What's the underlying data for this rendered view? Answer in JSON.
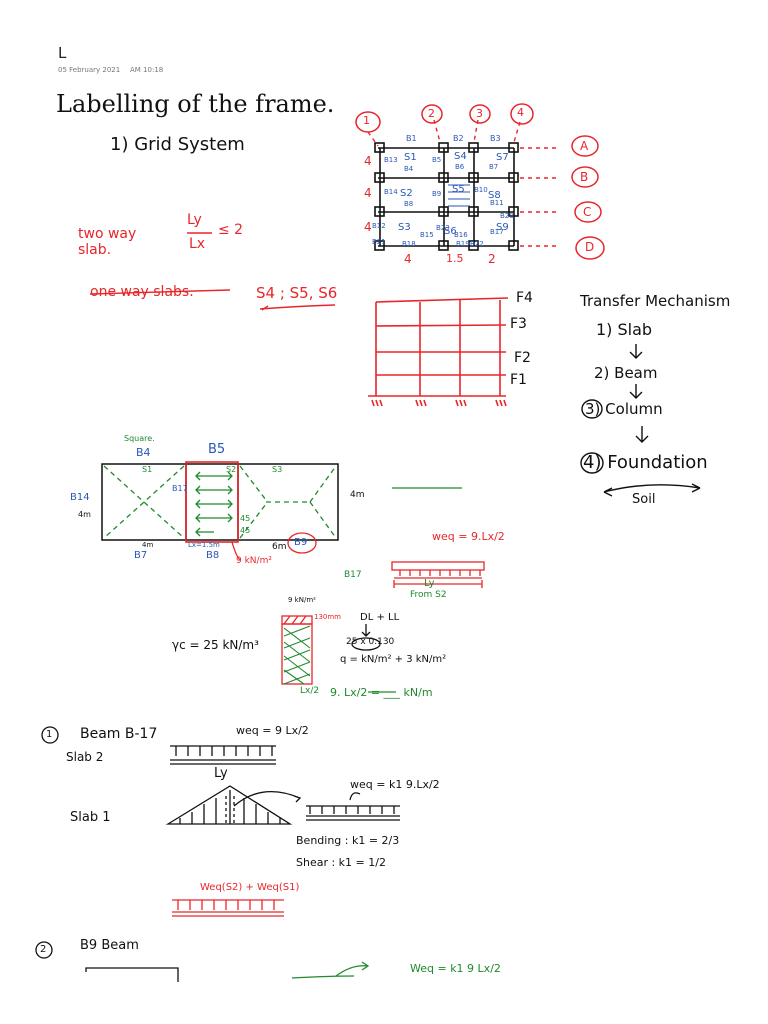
{
  "note": {
    "title": "L",
    "date": "05 February 2021",
    "time": "AM 10:18"
  },
  "heading": {
    "title": "Labelling of the frame.",
    "grid_system": "1) Grid System"
  },
  "grid": {
    "column_labels": [
      "1",
      "2",
      "3",
      "4"
    ],
    "row_labels": [
      "A",
      "B",
      "C",
      "D"
    ],
    "left_dims": [
      "4",
      "4",
      "4"
    ],
    "bottom_dims": [
      "4",
      "1.5",
      "2"
    ],
    "beam_labels": [
      "B1",
      "B2",
      "B3",
      "B13",
      "B4",
      "B5",
      "B6",
      "B7",
      "B14",
      "B8",
      "B9",
      "B10",
      "B11",
      "B12",
      "B15",
      "B16",
      "B17",
      "B18",
      "B19",
      "B20",
      "B21",
      "B22",
      "B23"
    ],
    "slab_labels": [
      "S1",
      "S4",
      "S7",
      "S5",
      "S2",
      "S8",
      "S3",
      "S6",
      "S9"
    ]
  },
  "two_way": {
    "label": "two way slab.",
    "ly": "Ly",
    "lx": "Lx",
    "condition": "≤ 2"
  },
  "one_way": {
    "label": "one way slabs.",
    "slabs": "S4 ; S5, S6"
  },
  "elevation": {
    "floors": [
      "F4",
      "F3",
      "F2",
      "F1"
    ]
  },
  "transfer": {
    "title": "Transfer Mechanism",
    "steps": [
      "1) Slab",
      "2) Beam",
      "3) Column",
      "4) Foundation"
    ],
    "soil": "Soil"
  },
  "slab_plan": {
    "square": "Square.",
    "b4": "B4",
    "b5": "B5",
    "s1": "S1",
    "s2": "S2",
    "s3": "S3",
    "b14": "B14",
    "b17": "B17",
    "b7": "B7",
    "b8": "B8",
    "b9": "B9",
    "left_dim": "4m",
    "right_dim": "4m",
    "bottom_left": "4m",
    "bottom_mid": "Lx=1.5m",
    "bottom_right": "6m",
    "load": "9 kN/m²",
    "angle1": "45",
    "angle2": "45"
  },
  "beam_b17": {
    "weq": "weq = 9.Lx/2",
    "label": "B17",
    "ly": "Ly",
    "from": "From S2"
  },
  "section": {
    "load": "9 kN/m²",
    "thickness": "130mm",
    "gamma": "γc = 25 kN/m³",
    "dl_ll": "DL + LL",
    "selfweight": "25 x 0.130",
    "q_formula": "q = kN/m² + 3 kN/m²",
    "lx_half": "Lx/2",
    "result": "9. Lx/2 = ___ kN/m"
  },
  "beam1": {
    "title": "Beam B-17",
    "slab2": "Slab 2",
    "weq": "weq = 9 Lx/2",
    "ly": "Ly",
    "slab1": "Slab 1",
    "weq_k": "weq = k1 9.Lx/2",
    "bending": "Bending : k1 = 2/3",
    "shear": "Shear : k1 = 1/2",
    "sum": "Weq(S2) + Weq(S1)"
  },
  "beam2": {
    "title": "B9 Beam",
    "weq": "Weq = k1 9 Lx/2"
  },
  "colors": {
    "ink": "#111111",
    "red": "#e8262a",
    "blue": "#2a58b8",
    "green": "#1f8a2e"
  }
}
